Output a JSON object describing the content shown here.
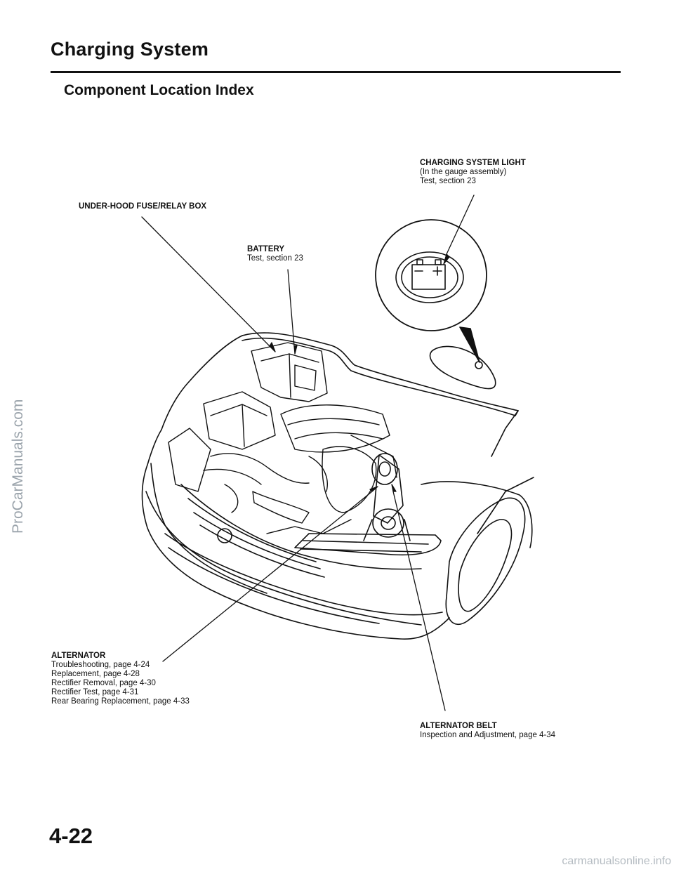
{
  "header": {
    "title": "Charging System",
    "subtitle": "Component Location Index"
  },
  "labels": {
    "charging_light": {
      "title": "CHARGING SYSTEM LIGHT",
      "lines": [
        "(In the gauge assembly)",
        "Test, section 23"
      ]
    },
    "fuse_box": {
      "title": "UNDER-HOOD FUSE/RELAY BOX"
    },
    "battery": {
      "title": "BATTERY",
      "lines": [
        "Test, section 23"
      ]
    },
    "alternator": {
      "title": "ALTERNATOR",
      "lines": [
        "Troubleshooting, page 4-24",
        "Replacement, page 4-28",
        "Rectifier Removal, page 4-30",
        "Rectifier Test, page 4-31",
        "Rear Bearing Replacement, page 4-33"
      ]
    },
    "alternator_belt": {
      "title": "ALTERNATOR BELT",
      "lines": [
        "Inspection and Adjustment, page 4-34"
      ]
    }
  },
  "page_number": "4-22",
  "watermark": "ProCarManuals.com",
  "footer": "carmanualsonline.info"
}
